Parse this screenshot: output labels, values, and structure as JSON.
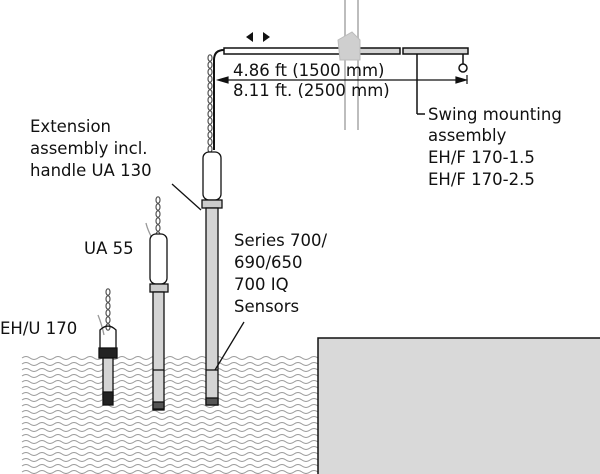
{
  "dimensions": {
    "short": "4.86 ft (1500 mm)",
    "long": "8.11 ft. (2500 mm)"
  },
  "labels": {
    "swing": [
      "Swing mounting",
      "assembly",
      "EH/F 170-1.5",
      "EH/F 170-2.5"
    ],
    "extension": [
      "Extension",
      "assembly incl.",
      "handle UA 130"
    ],
    "ua55": "UA 55",
    "ehu170": "EH/U 170",
    "series": [
      "Series 700/",
      "690/650",
      "700 IQ",
      "Sensors"
    ]
  },
  "colors": {
    "line": "#111111",
    "rod": "#d4d4d4",
    "mast": "#bdbdbd",
    "tank": "#d9d9d9",
    "water": "#9a9a9a"
  }
}
